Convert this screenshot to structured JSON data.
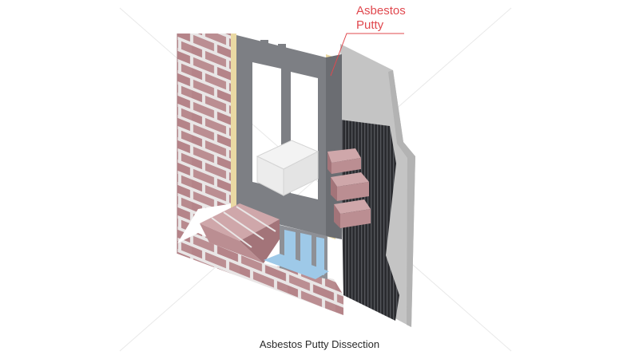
{
  "diagram": {
    "callout": {
      "line1": "Asbestos",
      "line2": "Putty",
      "color": "#e0484e"
    },
    "caption": "Asbestos Putty Dissection",
    "colors": {
      "brick": "#bb8e92",
      "mortar": "#e9e6e6",
      "frame": "#7d7f84",
      "putty": "#ead9a3",
      "membrane": "#2a2b2f",
      "plaster": "#c4c4c4",
      "glass": "#9ec9e8"
    }
  }
}
